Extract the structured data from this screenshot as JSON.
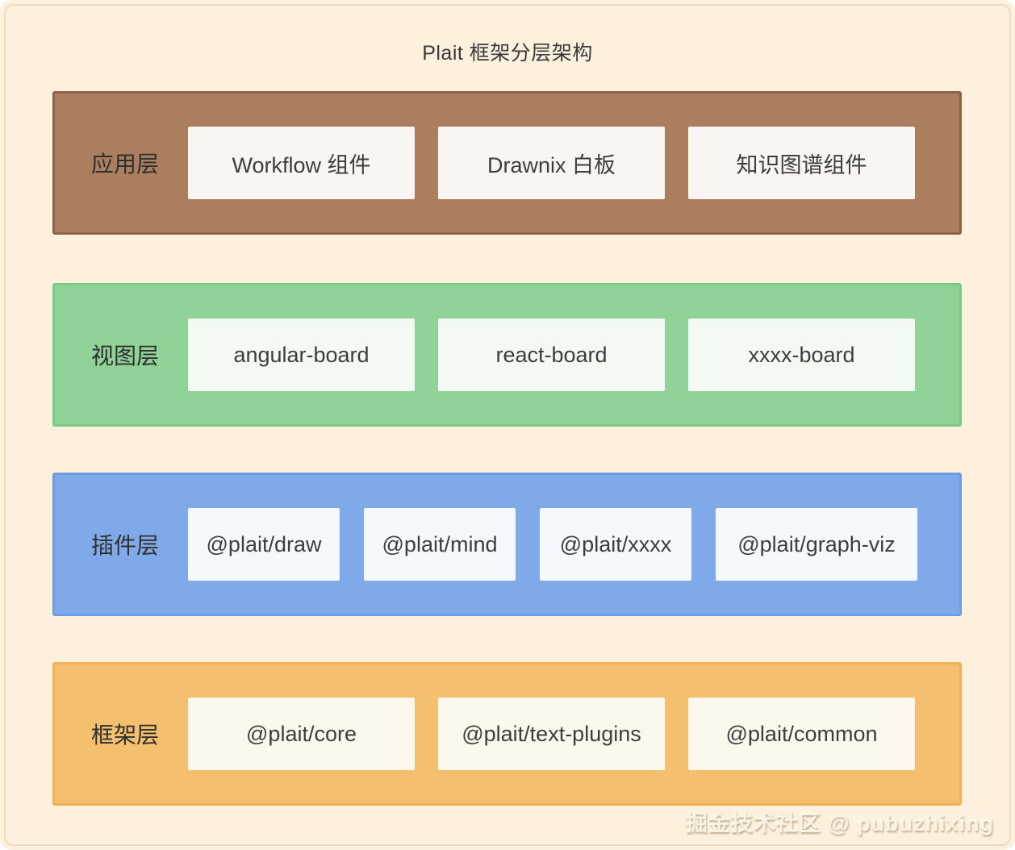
{
  "title": "Plait 框架分层架构",
  "watermark": "掘金技术社区 @ pubuzhixing",
  "colors": {
    "page_background": "#fdf0dd",
    "page_border": "#eed9b9",
    "app_layer_fill": "#ab7e5f",
    "app_layer_border": "#8d6249",
    "view_layer_fill": "#91d298",
    "view_layer_border": "#7bc987",
    "plugin_layer_fill": "#80a9e9",
    "plugin_layer_border": "#6d9ce6",
    "framework_layer_fill": "#f5bf70",
    "framework_layer_border": "#f1b257",
    "node_box_background": "#f8f6f3",
    "text": "#3a3a3a"
  },
  "layers": [
    {
      "label": "应用层",
      "boxes": [
        "Workflow 组件",
        "Drawnix 白板",
        "知识图谱组件"
      ]
    },
    {
      "label": "视图层",
      "boxes": [
        "angular-board",
        "react-board",
        "xxxx-board"
      ]
    },
    {
      "label": "插件层",
      "boxes": [
        "@plait/draw",
        "@plait/mind",
        "@plait/xxxx",
        "@plait/graph-viz"
      ]
    },
    {
      "label": "框架层",
      "boxes": [
        "@plait/core",
        "@plait/text-plugins",
        "@plait/common"
      ]
    }
  ]
}
